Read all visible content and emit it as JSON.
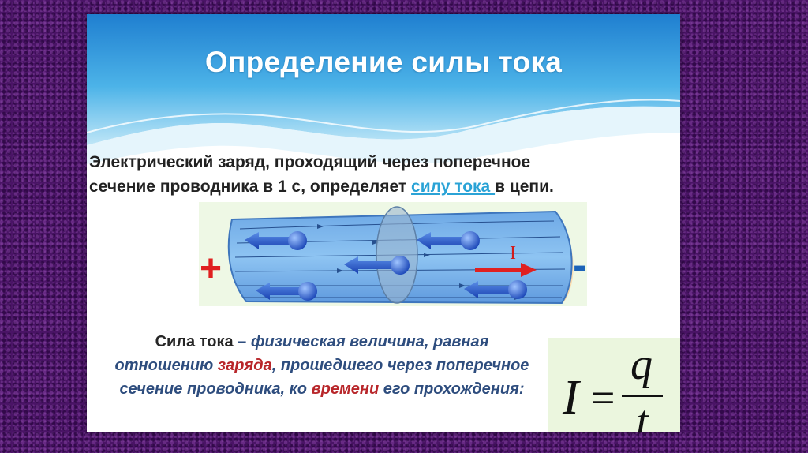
{
  "slide": {
    "title": "Определение силы тока",
    "definition": {
      "line1": "Электрический заряд, проходящий через поперечное",
      "line2_start": "сечение проводника в 1 с, определяет ",
      "link": "силу тока ",
      "line2_end": "в цепи."
    },
    "diagram": {
      "plus_sign": "+",
      "minus_sign": "-",
      "current_label": "I"
    },
    "caption": {
      "term": "Сила тока",
      "dash": " – ",
      "part1": "физическая величина, равная отношению ",
      "red1": "заряда",
      "part2": ", прошедшего через поперечное сечение проводника, ко ",
      "red2": "времени",
      "part3": " его прохождения:"
    },
    "formula": {
      "lhs": "I",
      "equals": "=",
      "numerator": "q",
      "denominator": "t"
    }
  },
  "colors": {
    "title_text": "#ffffff",
    "header_blue": "#2e8fd6",
    "link": "#2aa3d6",
    "caption": "#2e4d7e",
    "caption_red": "#b8262a",
    "plus_red": "#e02020",
    "minus_blue": "#1c63b8",
    "current_arrow": "#e02020",
    "formula_bg": "#ebf6de",
    "frame_purple": "#4a1466"
  },
  "icons": [
    "electron-icon",
    "arrow-left-icon",
    "current-arrow-icon"
  ]
}
